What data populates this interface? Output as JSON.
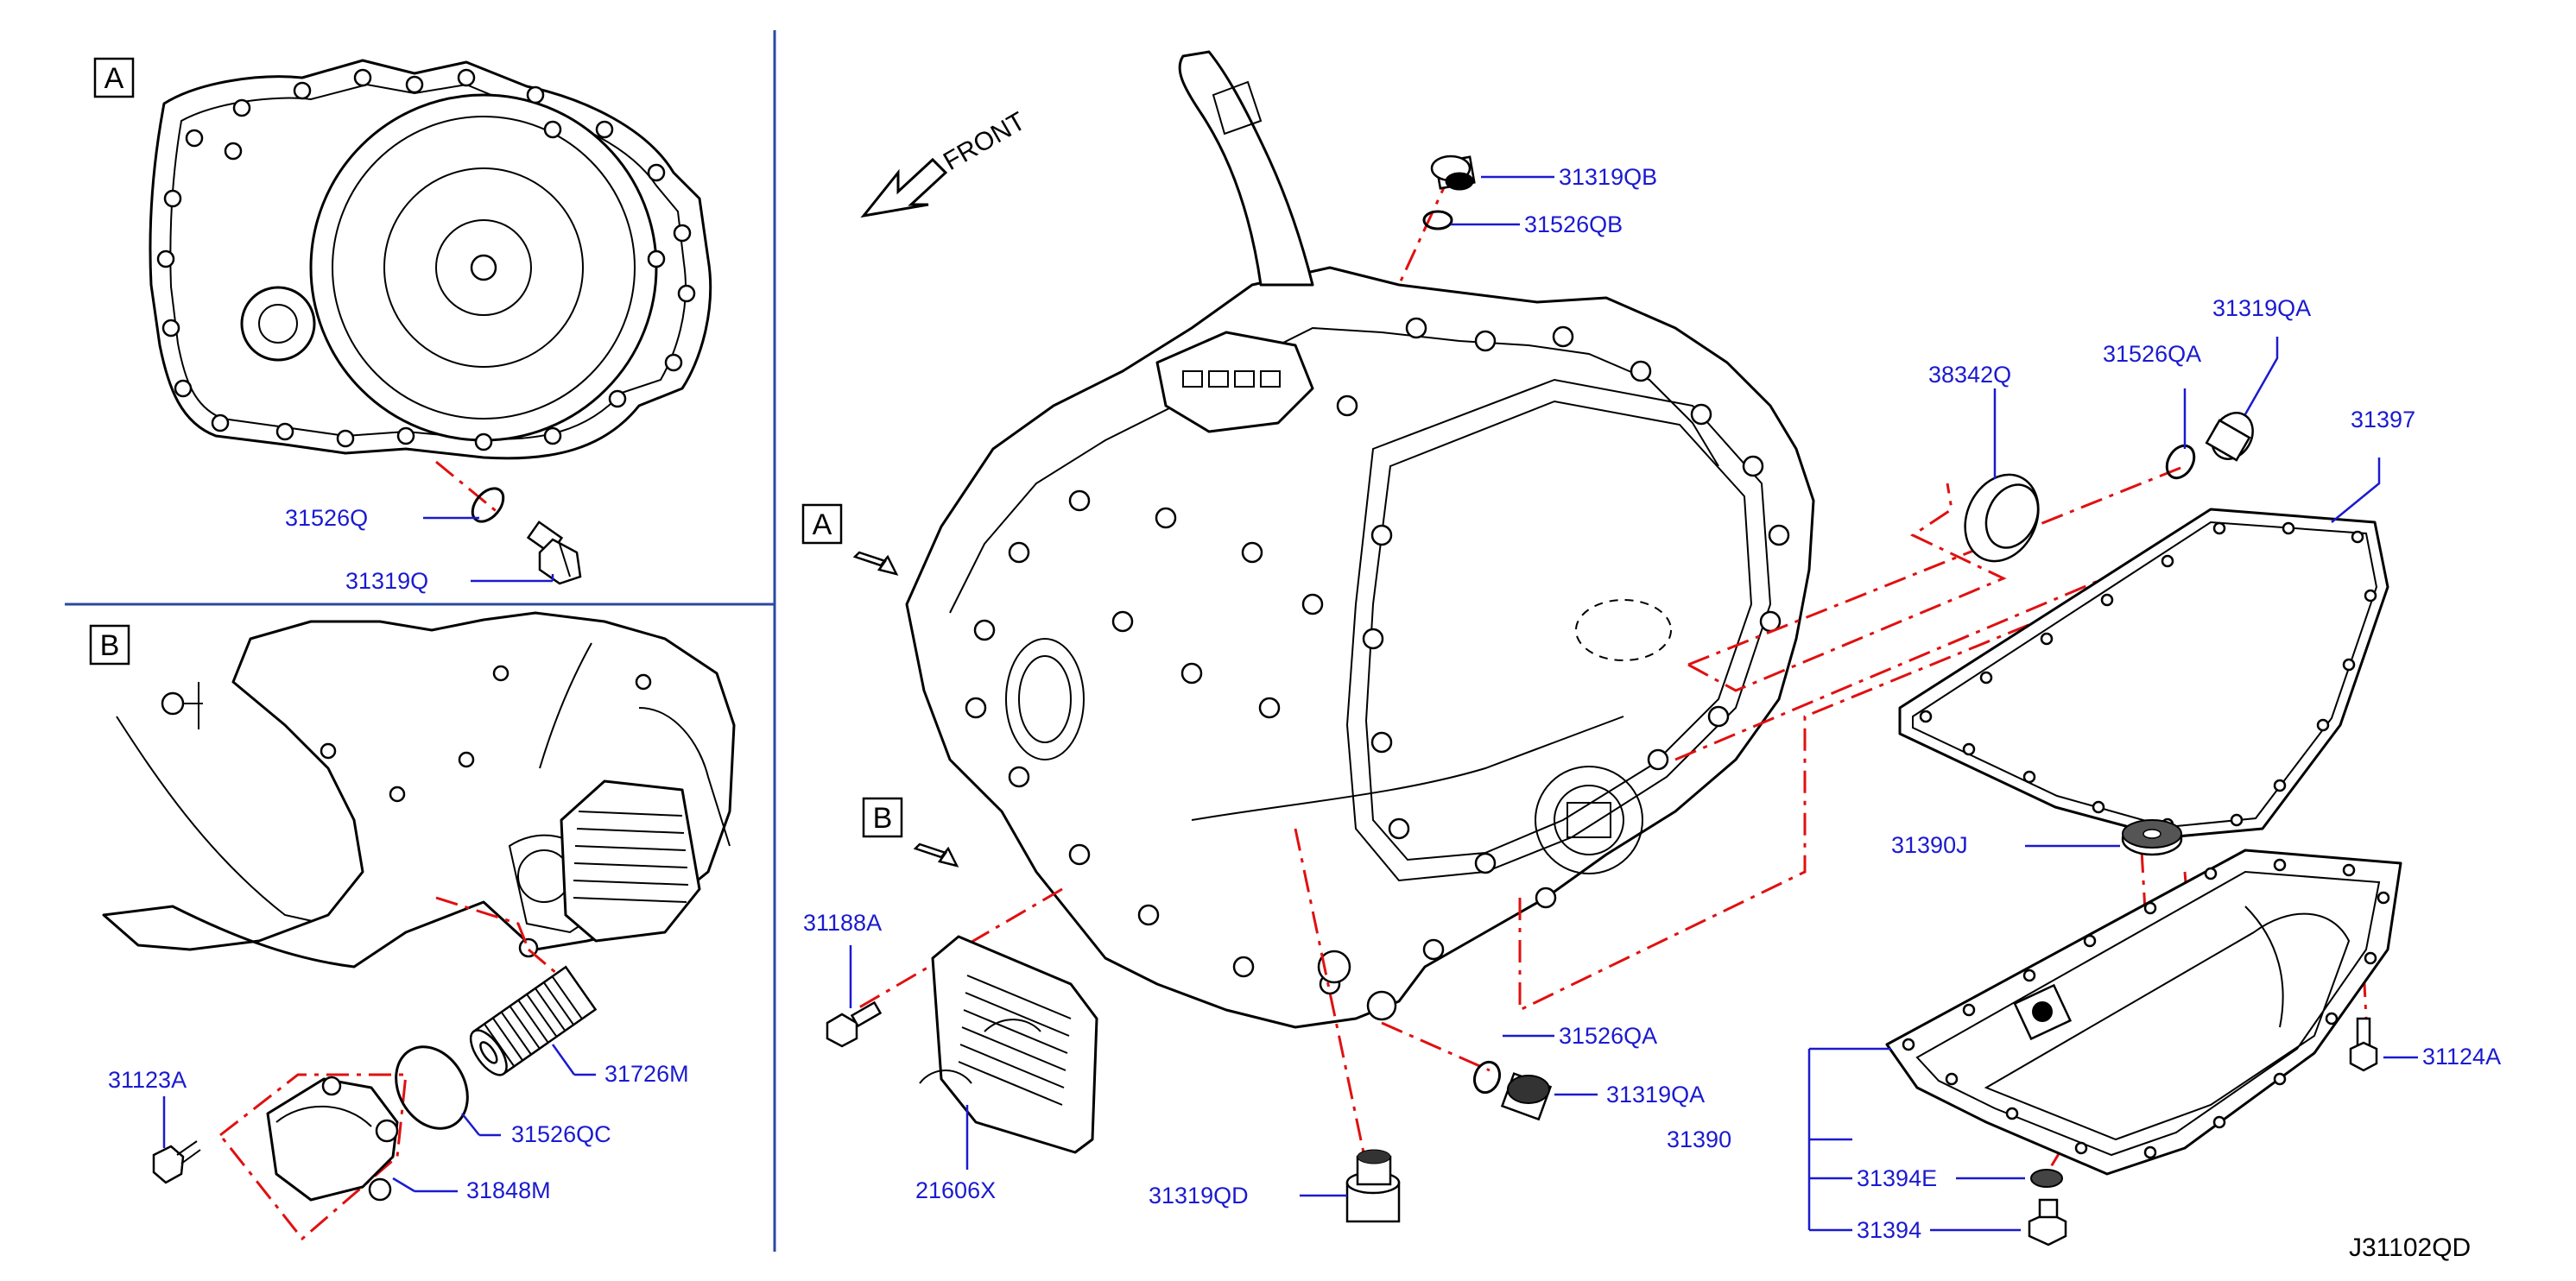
{
  "diagram_code": "J31102QD",
  "direction_label": "FRONT",
  "view_labels": {
    "a": "A",
    "b": "B"
  },
  "panel_a_parts": [
    "31526Q",
    "31319Q"
  ],
  "panel_b_parts": [
    "31123A",
    "31726M",
    "31526QC",
    "31848M"
  ],
  "main_parts": {
    "p31319QB": "31319QB",
    "p31526QB": "31526QB",
    "p38342Q": "38342Q",
    "p31526QA_top": "31526QA",
    "p31319QA_top": "31319QA",
    "p31397": "31397",
    "p31390J": "31390J",
    "p31188A": "31188A",
    "p21606X": "21606X",
    "p31526QA_bot": "31526QA",
    "p31319QA_bot": "31319QA",
    "p31319QD": "31319QD",
    "p31124A": "31124A",
    "p31390": "31390",
    "p31394E": "31394E",
    "p31394": "31394"
  },
  "colors": {
    "part_label": "#1a1ad0",
    "leader": "#1a1ad0",
    "phantom_line": "#e01010",
    "divider": "#2a4aa0",
    "ink": "#000000"
  }
}
